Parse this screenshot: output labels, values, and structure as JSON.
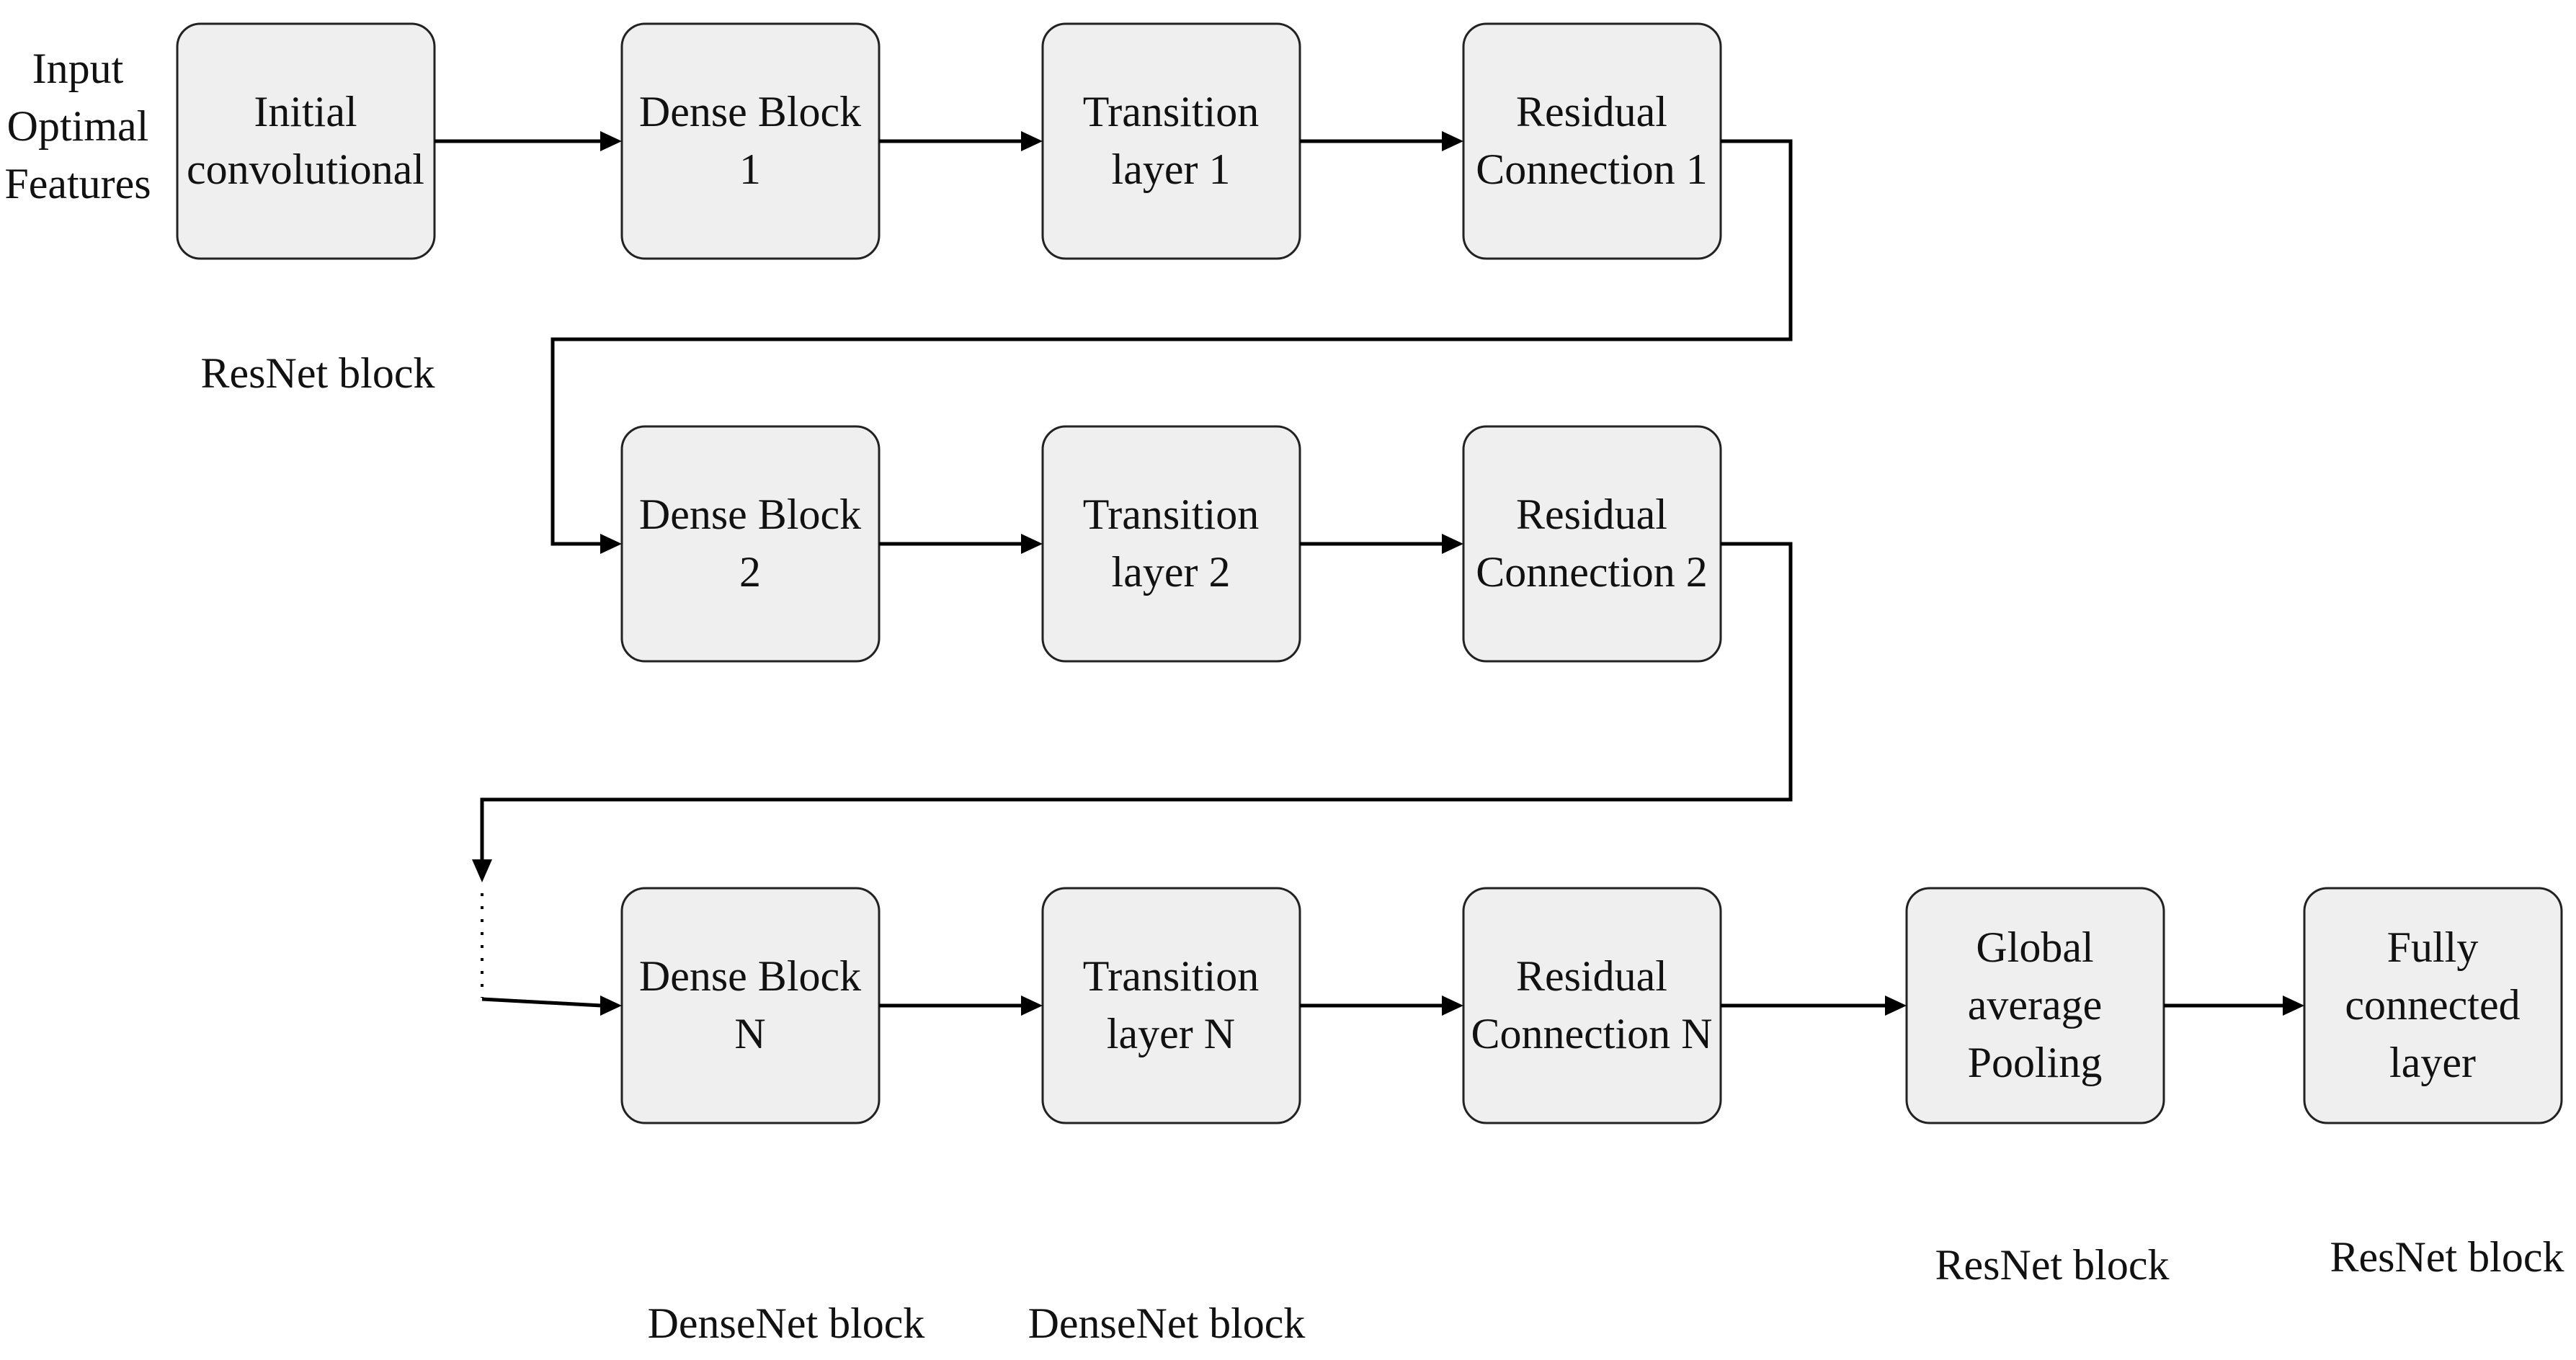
{
  "input_label": [
    "Input",
    "Optimal",
    "Features"
  ],
  "nodes": {
    "initial": [
      "Initial",
      "convolutional"
    ],
    "dense1": [
      "Dense Block",
      "1"
    ],
    "trans1": [
      "Transition",
      "layer 1"
    ],
    "resid1": [
      "Residual",
      "Connection 1"
    ],
    "dense2": [
      "Dense Block",
      "2"
    ],
    "trans2": [
      "Transition",
      "layer 2"
    ],
    "resid2": [
      "Residual",
      "Connection 2"
    ],
    "denseN": [
      "Dense Block",
      "N"
    ],
    "transN": [
      "Transition",
      "layer N"
    ],
    "residN": [
      "Residual",
      "Connection N"
    ],
    "gap": [
      "Global",
      "average",
      "Pooling"
    ],
    "fc": [
      "Fully",
      "connected",
      "layer"
    ]
  },
  "block_labels": {
    "resnet_top": "ResNet block",
    "densenet_1": "DenseNet block",
    "densenet_2": "DenseNet block",
    "resnet_gap": "ResNet block",
    "resnet_fc": "ResNet block"
  }
}
